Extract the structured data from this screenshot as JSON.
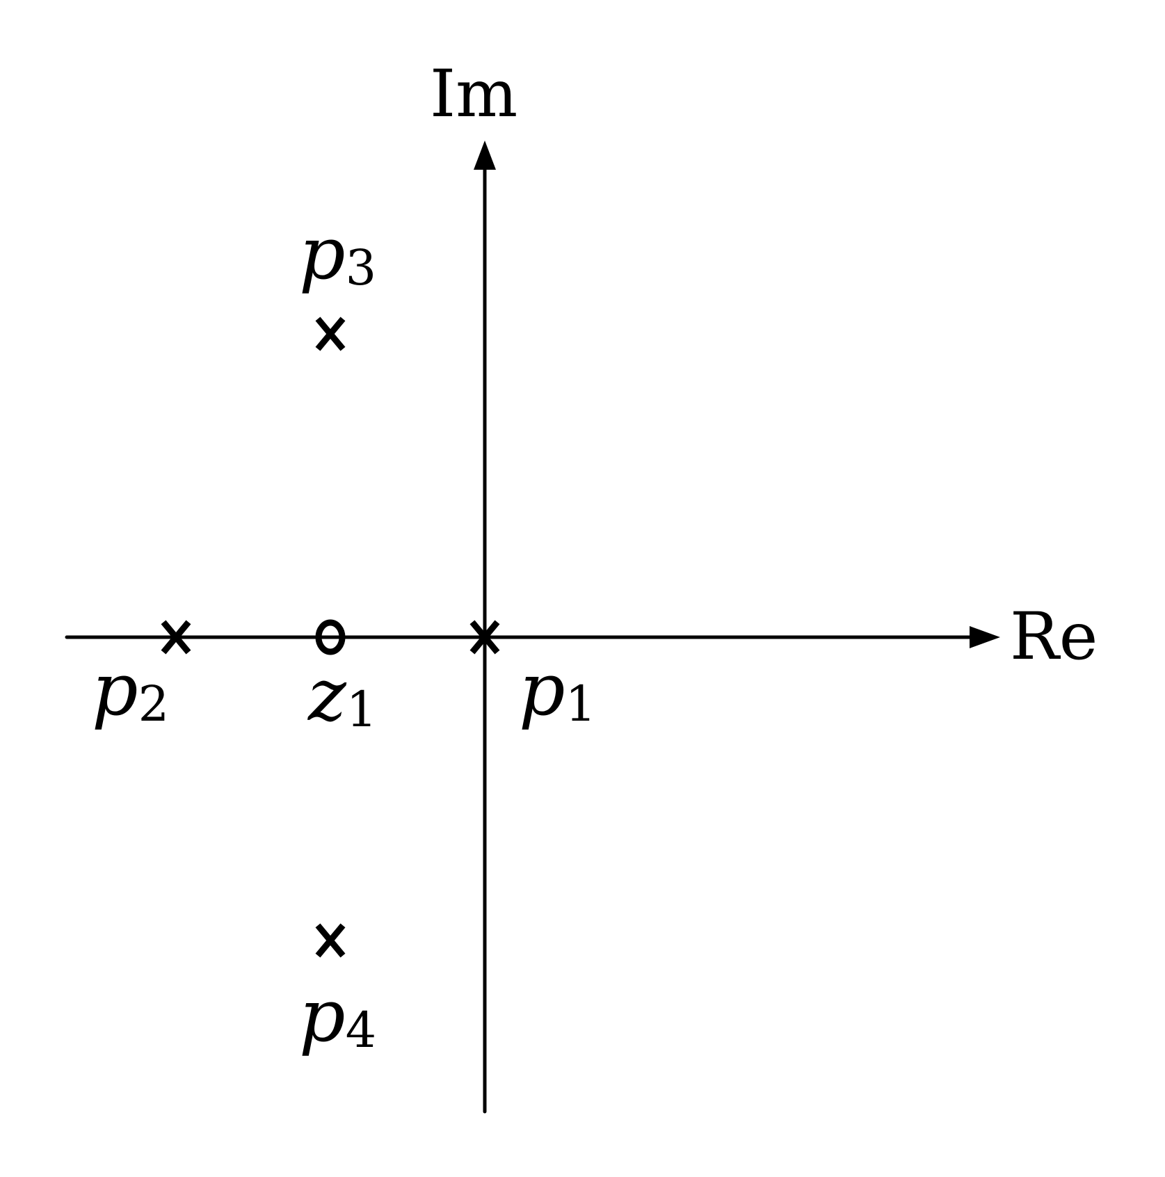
{
  "diagram": {
    "axes": {
      "real_label": "Re",
      "imaginary_label": "Im"
    },
    "legend_symbols": {
      "pole": "x",
      "zero": "o"
    },
    "points": [
      {
        "id": "p1",
        "kind": "pole",
        "symbol": "p",
        "subscript": "1",
        "re": 0,
        "im": 0
      },
      {
        "id": "p2",
        "kind": "pole",
        "symbol": "p",
        "subscript": "2",
        "re": -2,
        "im": 0
      },
      {
        "id": "z1",
        "kind": "zero",
        "symbol": "z",
        "subscript": "1",
        "re": -1,
        "im": 0
      },
      {
        "id": "p3",
        "kind": "pole",
        "symbol": "p",
        "subscript": "3",
        "re": -1,
        "im": 2
      },
      {
        "id": "p4",
        "kind": "pole",
        "symbol": "p",
        "subscript": "4",
        "re": -1,
        "im": -2
      }
    ]
  }
}
